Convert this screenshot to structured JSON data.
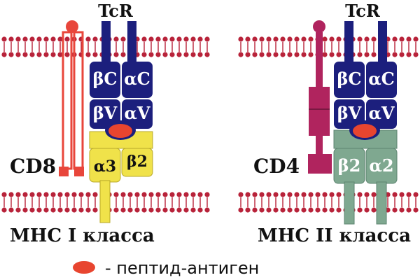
{
  "colors": {
    "membrane": "#b8233a",
    "tcr": "#1c1f7d",
    "cd8": "#e8463b",
    "mhc1": "#f0e24a",
    "cd4": "#b0245e",
    "mhc2": "#7fa890",
    "peptide": "#e8452f"
  },
  "left": {
    "tcr_label": "TcR",
    "coreceptor_label": "CD8",
    "mhc_label": "МНС I класса",
    "domains": {
      "bc": "βC",
      "ac": "αC",
      "bv": "βV",
      "av": "αV",
      "a3": "α3",
      "b2": "β2"
    }
  },
  "right": {
    "tcr_label": "TcR",
    "coreceptor_label": "CD4",
    "mhc_label": "МНС II класса",
    "domains": {
      "bc": "βC",
      "ac": "αC",
      "bv": "βV",
      "av": "αV",
      "b2": "β2",
      "a2": "α2"
    }
  },
  "legend": {
    "text": "- пептид-антиген"
  }
}
